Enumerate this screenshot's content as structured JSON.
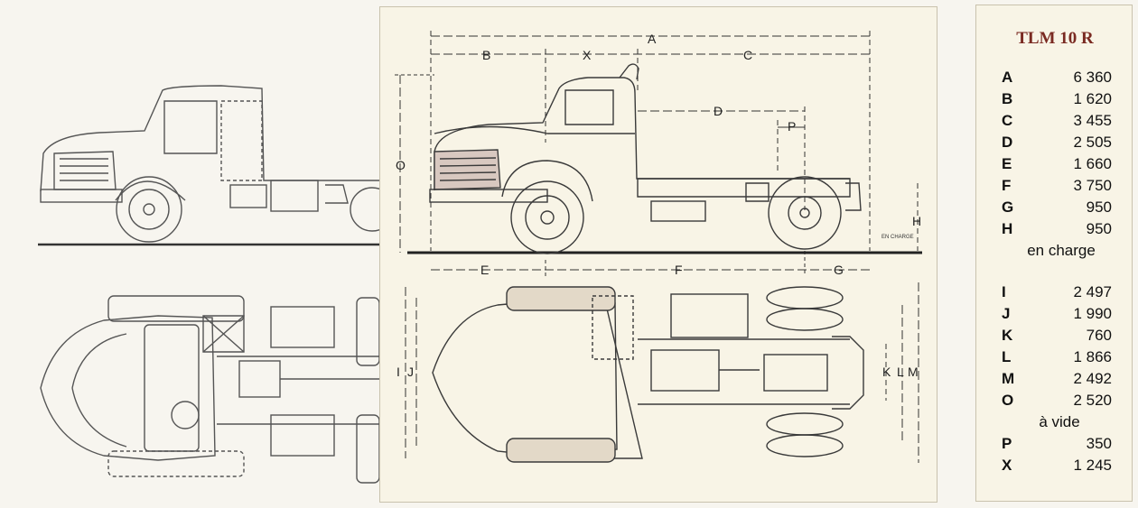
{
  "diagram": {
    "dimension_letters": [
      "A",
      "B",
      "X",
      "C",
      "D",
      "P",
      "O",
      "H",
      "E",
      "F",
      "G",
      "I",
      "J",
      "K",
      "L",
      "M"
    ],
    "side_note": "EN CHARGE"
  },
  "spec_table": {
    "title": "TLM 10 R",
    "rows_top": [
      {
        "key": "A",
        "value": "6 360"
      },
      {
        "key": "B",
        "value": "1 620"
      },
      {
        "key": "C",
        "value": "3 455"
      },
      {
        "key": "D",
        "value": "2 505"
      },
      {
        "key": "E",
        "value": "1 660"
      },
      {
        "key": "F",
        "value": "3 750"
      },
      {
        "key": "G",
        "value": "950"
      },
      {
        "key": "H",
        "value": "950"
      }
    ],
    "note_load": "en charge",
    "rows_mid": [
      {
        "key": "I",
        "value": "2 497"
      },
      {
        "key": "J",
        "value": "1 990"
      },
      {
        "key": "K",
        "value": "760"
      },
      {
        "key": "L",
        "value": "1 866"
      },
      {
        "key": "M",
        "value": "2 492"
      },
      {
        "key": "O",
        "value": "2 520"
      }
    ],
    "note_empty": "à vide",
    "rows_bottom": [
      {
        "key": "P",
        "value": "350"
      },
      {
        "key": "X",
        "value": "1 245"
      }
    ]
  }
}
